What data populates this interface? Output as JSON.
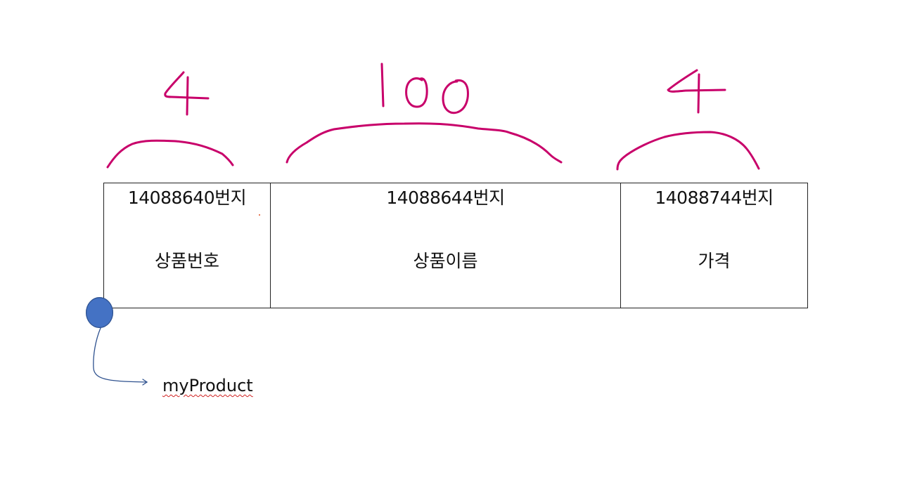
{
  "colors": {
    "annotation_ink": "#c8006a",
    "pointer_fill": "#4472c4",
    "pointer_outline": "#2f528f",
    "table_border": "#222222",
    "spellcheck_underline": "#d02020"
  },
  "size_annotations": [
    "4",
    "100",
    "4"
  ],
  "cells": [
    {
      "address": "14088640번지",
      "field": "상품번호"
    },
    {
      "address": "14088644번지",
      "field": "상품이름"
    },
    {
      "address": "14088744번지",
      "field": "가격"
    }
  ],
  "pointer": {
    "label": "myProduct"
  }
}
